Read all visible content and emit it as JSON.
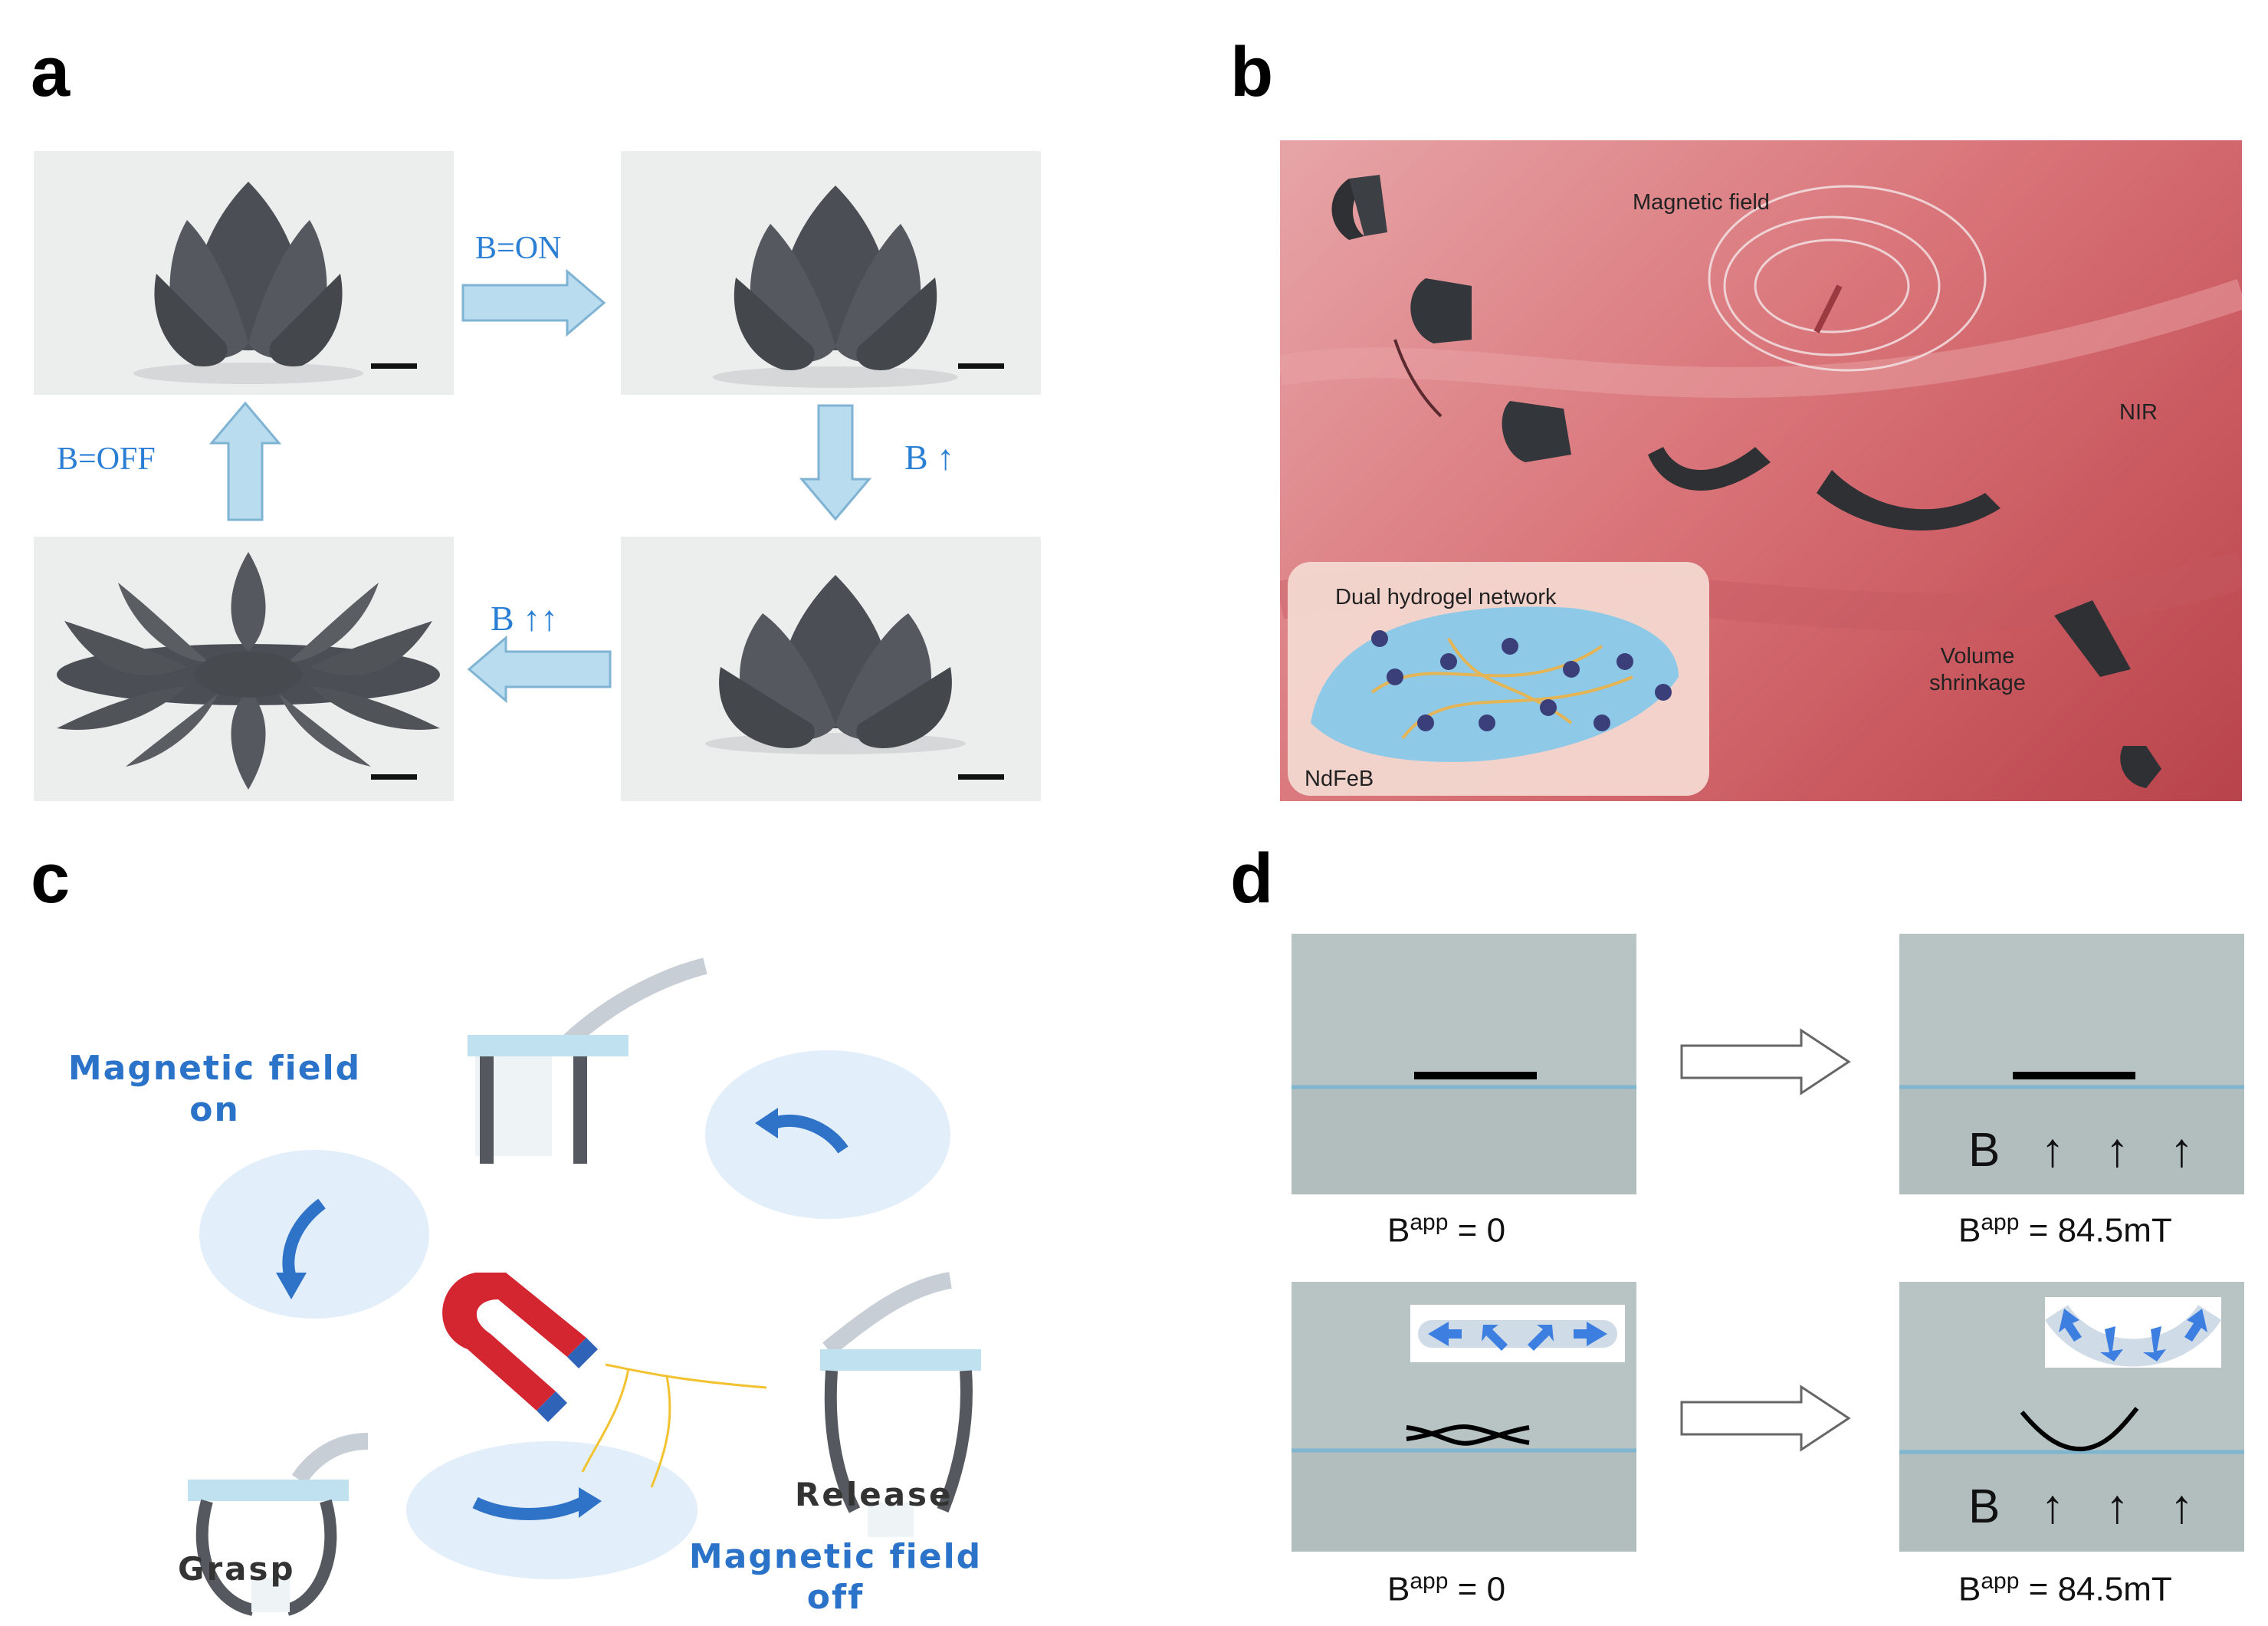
{
  "panels": {
    "a": {
      "letter": "a",
      "labels": {
        "on": "B=ON",
        "up1": "B ↑",
        "up2": "B ↑↑",
        "off": "B=OFF"
      },
      "colors": {
        "arrow_fill": "#b9dcee",
        "arrow_stroke": "#7fb3d4",
        "flower": "#4b4f55",
        "label": "#2a7fd4"
      }
    },
    "b": {
      "letter": "b",
      "labels": {
        "magnetic_field": "Magnetic field",
        "nir": "NIR",
        "volume": "Volume",
        "shrinkage": "shrinkage",
        "dual": "Dual hydrogel network",
        "ndfeb": "NdFeB"
      },
      "colors": {
        "tissue": "#d9757a",
        "inset": "#8ec9e8"
      }
    },
    "c": {
      "letter": "c",
      "labels": {
        "mag_on_line1": "Magnetic field",
        "mag_on_line2": "on",
        "grasp": "Grasp",
        "release": "Release",
        "mag_off_line1": "Magnetic field",
        "mag_off_line2": "off"
      },
      "colors": {
        "label": "#2a73c9",
        "gripper_bar": "#bfe1f0",
        "gripper_leg": "#55595f"
      }
    },
    "d": {
      "letter": "d",
      "rows": [
        {
          "left_value": "= 0",
          "right_value": "= 84.5mT",
          "b_label": "B",
          "arrows": "↑ ↑ ↑"
        },
        {
          "left_value": "= 0",
          "right_value": "= 84.5mT",
          "b_label": "B",
          "arrows": "↑ ↑ ↑"
        }
      ],
      "cap_symbol": "B",
      "cap_sup": "app",
      "colors": {
        "bg": "#b8c3c4",
        "strip": "#000000",
        "arrow": "#3d7fe0"
      }
    }
  }
}
